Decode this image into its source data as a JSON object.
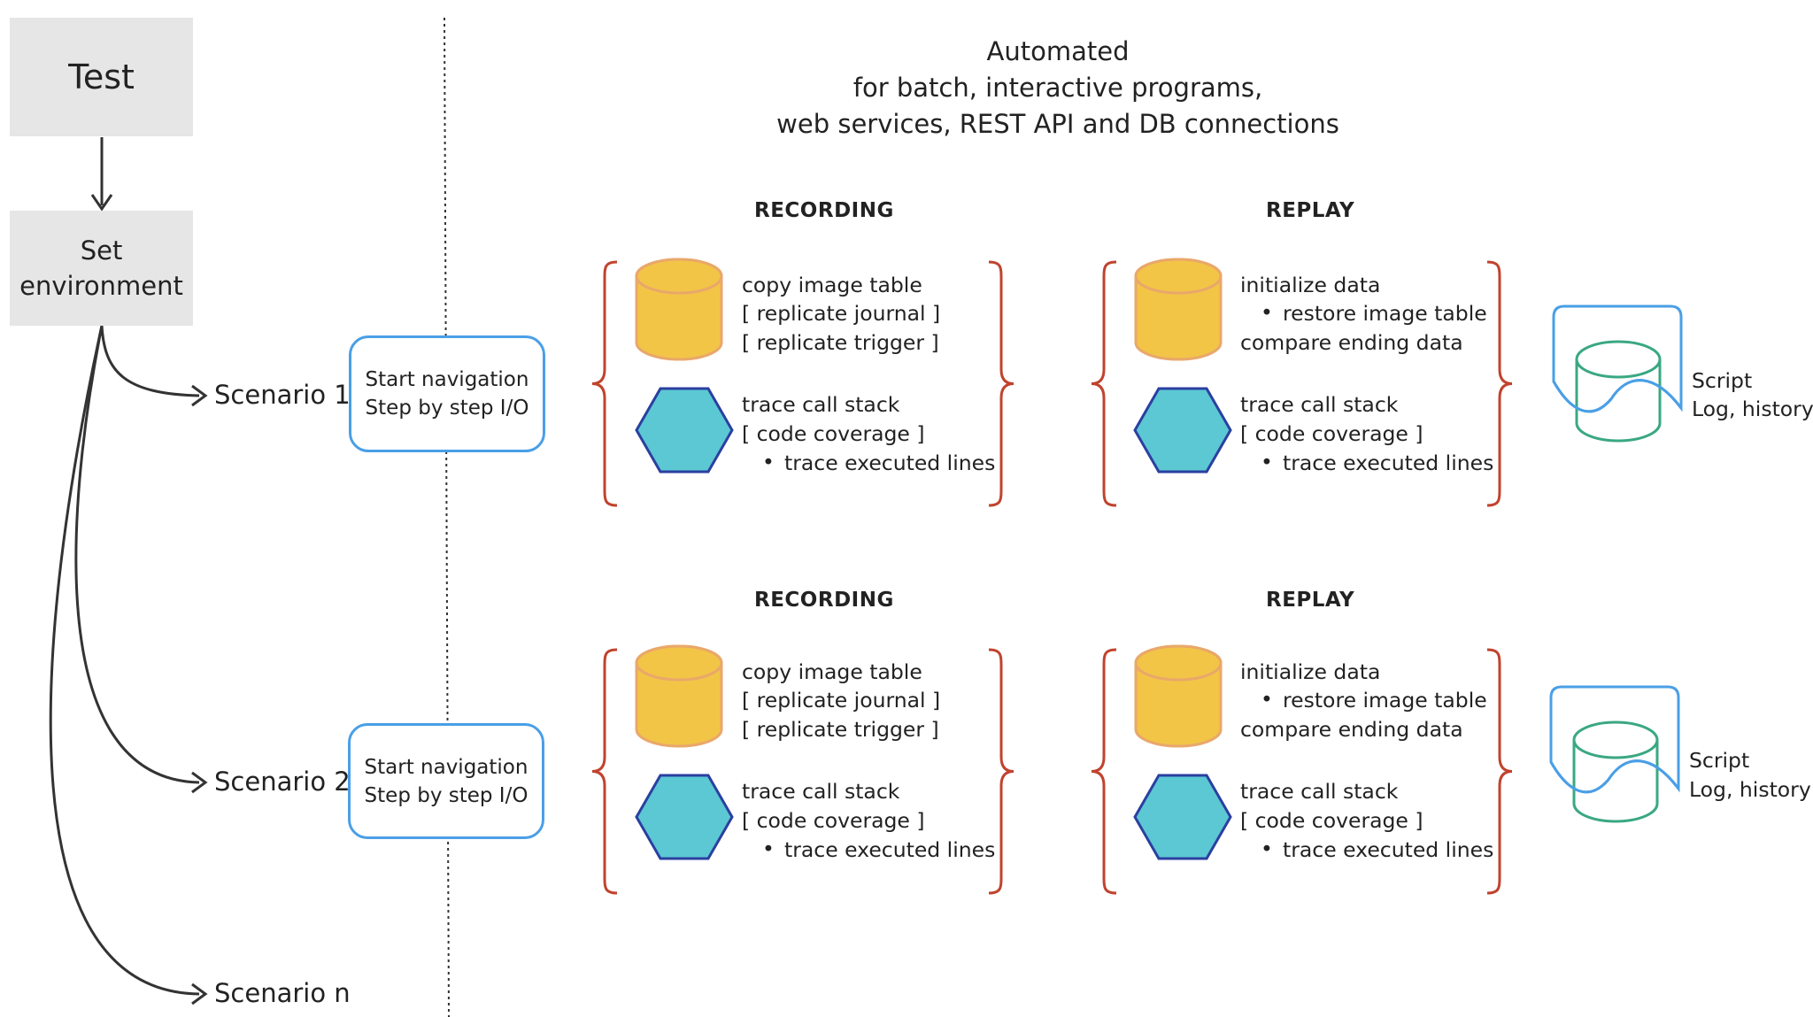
{
  "test_box": "Test",
  "set_env": [
    "Set",
    "environment"
  ],
  "scenarios": [
    "Scenario 1",
    "Scenario 2",
    "Scenario n"
  ],
  "navigation": [
    "Start navigation",
    "Step by step I/O"
  ],
  "automated": [
    "Automated",
    "for batch, interactive programs,",
    "web services, REST API and DB connections"
  ],
  "recording": {
    "header": "RECORDING",
    "db_lines": [
      "copy image table",
      "[ replicate journal ]",
      "[ replicate trigger ]"
    ],
    "trace_lines": [
      "trace call stack",
      "[ code coverage ]",
      "trace executed lines"
    ]
  },
  "replay": {
    "header": "REPLAY",
    "db_lines": [
      "initialize data",
      "restore image table",
      "compare ending data"
    ],
    "trace_lines": [
      "trace call stack",
      "[ code coverage ]",
      "trace executed lines"
    ]
  },
  "output": [
    "Script",
    "Log,  history"
  ],
  "colors": {
    "db_fill": "#f2c547",
    "db_stroke": "#e9a86a",
    "hex_fill": "#5bc8d3",
    "hex_stroke": "#2b3fa0",
    "brace": "#c0432e",
    "nav_border": "#4a9fe6",
    "script_border": "#4a9fe6",
    "script_db": "#3aa882",
    "box_fill": "#e6e6e6"
  }
}
